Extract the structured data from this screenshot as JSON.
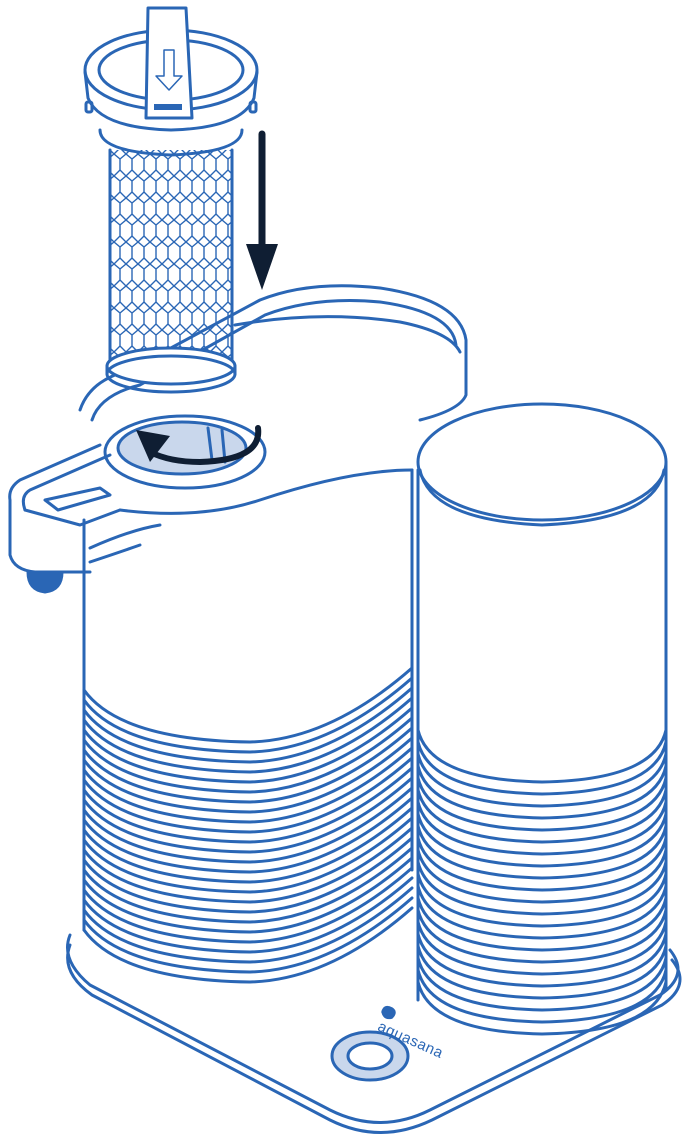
{
  "figure": {
    "title": "Water filter cartridge replacement illustration",
    "brand": "aquasana",
    "colors": {
      "line": "#2a66b5",
      "arrow": "#0f1e33",
      "fill_light": "#c9d7ec",
      "background": "#ffffff"
    },
    "annotations": [
      {
        "icon": "arrow-down-icon",
        "meaning": "insert cartridge downward"
      },
      {
        "icon": "rotate-arrow-icon",
        "meaning": "twist counter-clockwise to lock"
      }
    ],
    "parts": [
      "filter-cartridge",
      "cartridge-cap",
      "housing-reservoir",
      "spout",
      "tank-cylinder",
      "base",
      "dispense-button"
    ]
  }
}
